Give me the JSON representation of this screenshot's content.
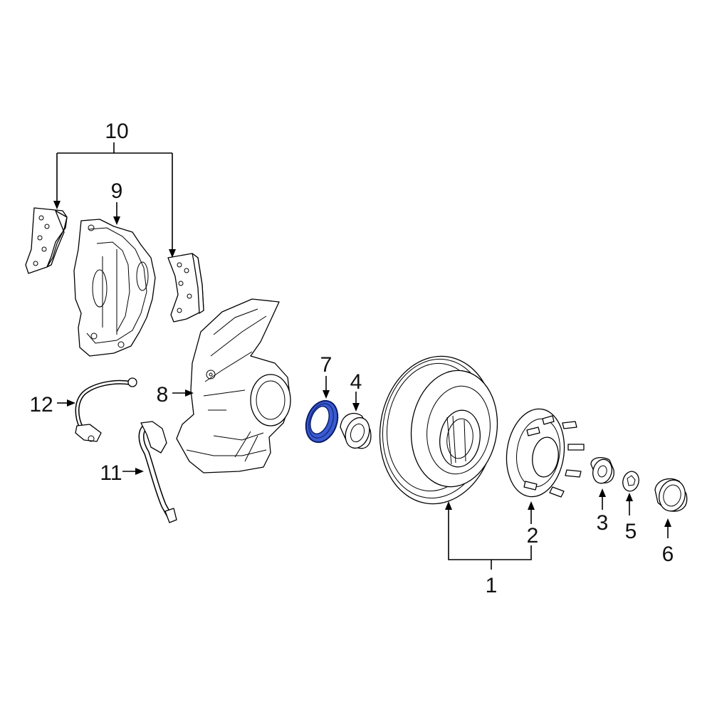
{
  "callouts": {
    "c1": "1",
    "c2": "2",
    "c3": "3",
    "c4": "4",
    "c5": "5",
    "c6": "6",
    "c7": "7",
    "c8": "8",
    "c9": "9",
    "c10": "10",
    "c11": "11",
    "c12": "12"
  },
  "highlight": {
    "part": "7",
    "fill_color": "#3a5bd0",
    "stroke_color": "#0a1b6b"
  }
}
